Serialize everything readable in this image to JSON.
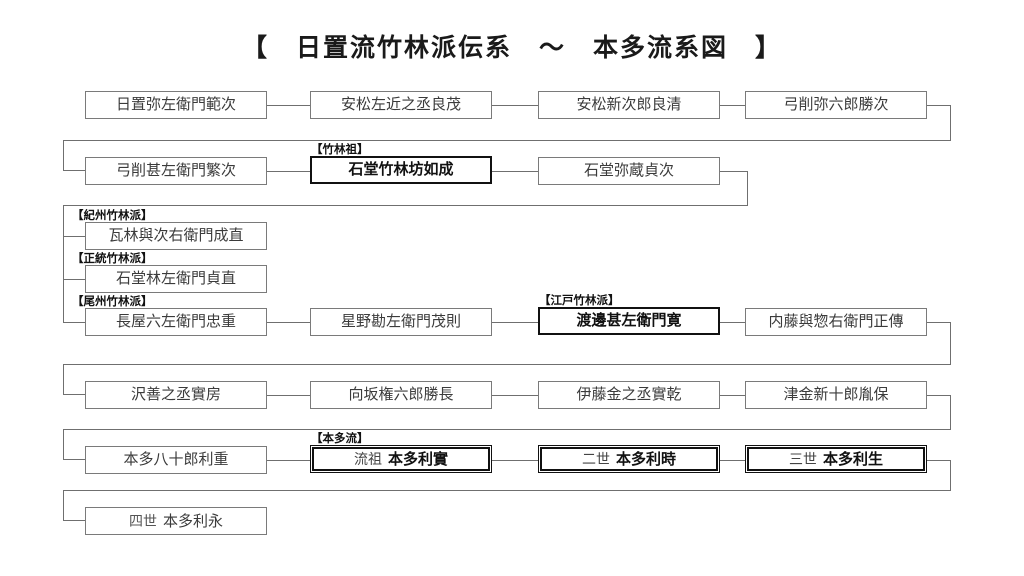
{
  "page": {
    "title": "【　日置流竹林派伝系　～　本多流系図　】",
    "background": "#ffffff",
    "line_color": "#6f6f6f",
    "text_color": "#3b3b3b",
    "emphasis_color": "#111111"
  },
  "nodes": {
    "n01": {
      "name": "日置弥左衛門範次"
    },
    "n02": {
      "name": "安松左近之丞良茂"
    },
    "n03": {
      "name": "安松新次郎良清"
    },
    "n04": {
      "name": "弓削弥六郎勝次"
    },
    "n05": {
      "name": "弓削甚左衛門繁次"
    },
    "n06": {
      "name": "石堂竹林坊如成",
      "tag": "【竹林祖】",
      "style": "thick"
    },
    "n07": {
      "name": "石堂弥蔵貞次"
    },
    "n08": {
      "name": "瓦林與次右衛門成直",
      "tag": "【紀州竹林派】"
    },
    "n09": {
      "name": "石堂林左衛門貞直",
      "tag": "【正統竹林派】"
    },
    "n10": {
      "name": "長屋六左衛門忠重",
      "tag": "【尾州竹林派】"
    },
    "n11": {
      "name": "星野勘左衛門茂則"
    },
    "n12": {
      "name": "渡邊甚左衛門寛",
      "tag": "【江戸竹林派】",
      "style": "thick"
    },
    "n13": {
      "name": "内藤與惣右衛門正傳"
    },
    "n14": {
      "name": "沢善之丞實房"
    },
    "n15": {
      "name": "向坂権六郎勝長"
    },
    "n16": {
      "name": "伊藤金之丞實乾"
    },
    "n17": {
      "name": "津金新十郎胤保"
    },
    "n18": {
      "name": "本多八十郎利重"
    },
    "n19": {
      "generation": "流祖",
      "name": "本多利實",
      "tag": "【本多流】",
      "style": "double"
    },
    "n20": {
      "generation": "二世",
      "name": "本多利時",
      "style": "double"
    },
    "n21": {
      "generation": "三世",
      "name": "本多利生",
      "style": "double"
    },
    "n22": {
      "generation": "四世",
      "name": "本多利永"
    }
  }
}
